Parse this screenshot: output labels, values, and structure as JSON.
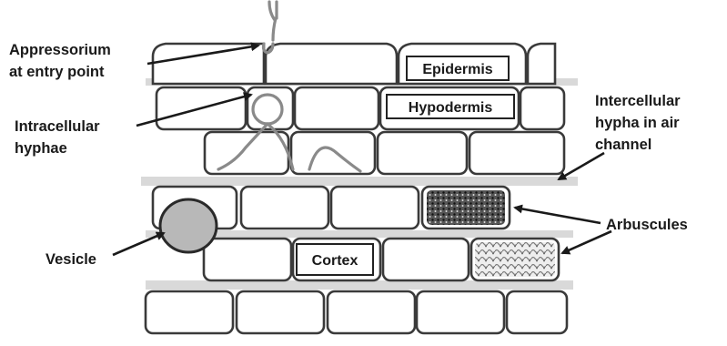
{
  "labels": {
    "appressorium": [
      "Appressorium",
      "at entry point"
    ],
    "intracellular": [
      "Intracellular",
      "hyphae"
    ],
    "vesicle": "Vesicle",
    "intercellular": [
      "Intercellular",
      "hypha in air",
      "channel"
    ],
    "arbuscules": "Arbuscules"
  },
  "tissue_labels": {
    "epidermis": "Epidermis",
    "hypodermis": "Hypodermis",
    "cortex": "Cortex"
  },
  "colors": {
    "cell_outline": "#3a3a3a",
    "intercellular_space": "#d9d9d9",
    "hypha": "#8a8a8a",
    "vesicle_fill": "#b8b8b8",
    "arbuscule_dense": "#333333",
    "arbuscule_light": "#9a9a9a"
  }
}
